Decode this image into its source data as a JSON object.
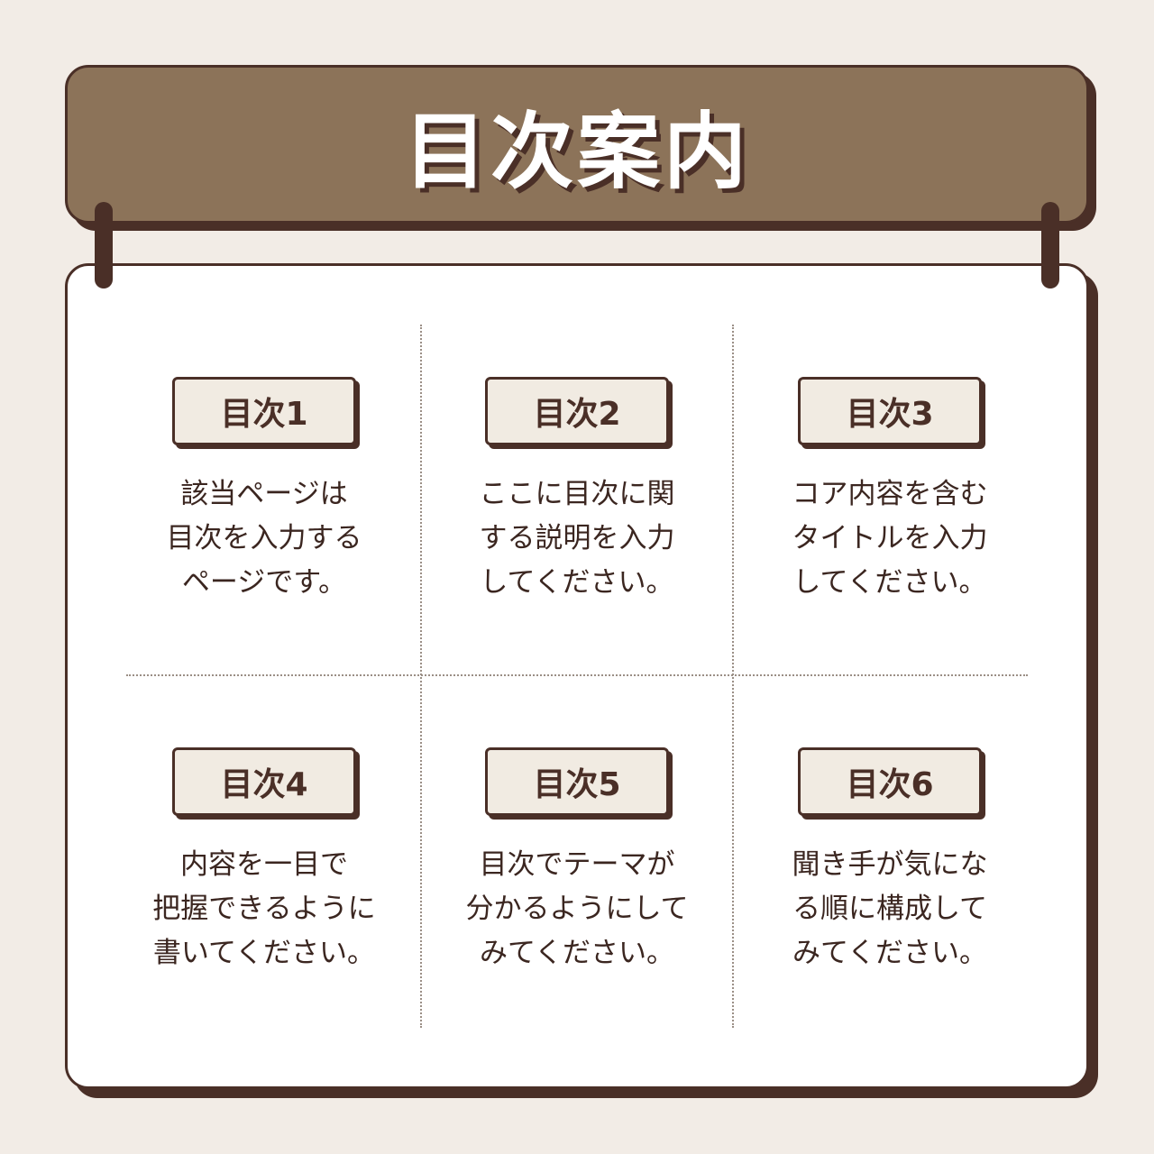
{
  "title": "目次案内",
  "items": [
    {
      "label": "目次1",
      "desc": "該当ページは\n目次を入力する\nページです。"
    },
    {
      "label": "目次2",
      "desc": "ここに目次に関\nする説明を入力\nしてください。"
    },
    {
      "label": "目次3",
      "desc": "コア内容を含む\nタイトルを入力\nしてください。"
    },
    {
      "label": "目次4",
      "desc": "内容を一目で\n把握できるように\n書いてください。"
    },
    {
      "label": "目次5",
      "desc": "目次でテーマが\n分かるようにして\nみてください。"
    },
    {
      "label": "目次6",
      "desc": "聞き手が気にな\nる順に構成して\nみてください。"
    }
  ],
  "colors": {
    "accent": "#8c7359",
    "outline": "#4a2f27",
    "background": "#f2ece6"
  }
}
